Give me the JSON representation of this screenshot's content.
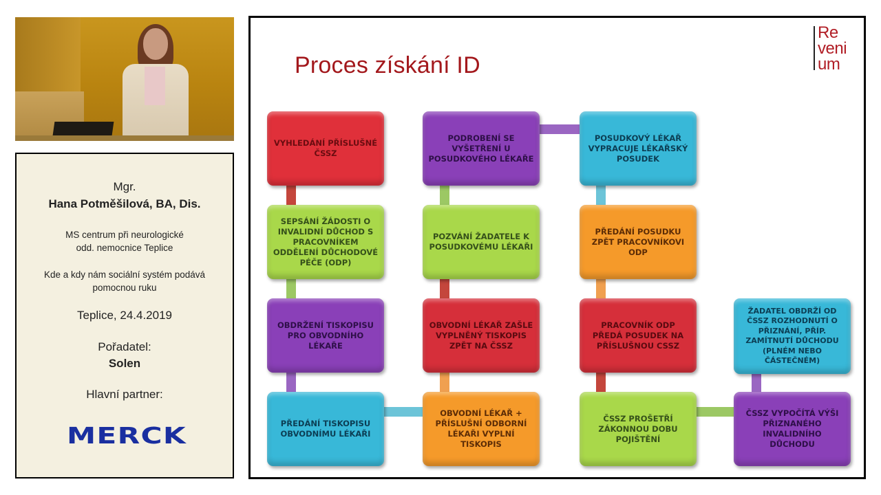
{
  "info": {
    "title_prefix": "Mgr.",
    "speaker_name": "Hana Potměšilová, BA, Dis.",
    "affiliation_line1": "MS centrum při neurologické",
    "affiliation_line2": "odd. nemocnice Teplice",
    "talk_title_line1": "Kde a kdy nám sociální systém podává",
    "talk_title_line2": "pomocnou ruku",
    "place_date": "Teplice, 24.4.2019",
    "organizer_label": "Pořadatel:",
    "organizer": "Solen",
    "partner_label": "Hlavní partner:",
    "partner_logo_text": "MERCK"
  },
  "slide": {
    "title": "Proces získání ID",
    "logo_lines": [
      "Re",
      "veni",
      "um"
    ],
    "steps": [
      {
        "text": "Vyhledání příslušné ČSSZ",
        "color": "#e0303a",
        "text_color": "#6a0c10"
      },
      {
        "text": "Sepsání žádosti o invalidní důchod s pracovníkem oddělení důchodové péče (ODP)",
        "color": "#a9d84a",
        "text_color": "#35501a"
      },
      {
        "text": "Obdržení tiskopisu pro obvodního lékaře",
        "color": "#8a40b8",
        "text_color": "#2e0f48"
      },
      {
        "text": "Předání tiskopisu obvodnímu lékaři",
        "color": "#38b8d8",
        "text_color": "#0c3e54"
      },
      {
        "text": "Obvodní lékař + příslušní odborní lékaři vyplní tiskopis",
        "color": "#f59a2a",
        "text_color": "#5c2c06"
      },
      {
        "text": "Obvodní lékař zašle vyplněný tiskopis zpět na ČSSZ",
        "color": "#d62f3a",
        "text_color": "#5a0a10"
      },
      {
        "text": "Pozvání žadatele k posudkovému lékaři",
        "color": "#a9d84a",
        "text_color": "#35501a"
      },
      {
        "text": "Podrobení se vyšetření u posudkového lékaře",
        "color": "#8a40b8",
        "text_color": "#2e0f48"
      },
      {
        "text": "Posudkový lékař vypracuje lékařský posudek",
        "color": "#38b8d8",
        "text_color": "#0c3e54"
      },
      {
        "text": "Předání posudku zpět pracovníkovi ODP",
        "color": "#f59a2a",
        "text_color": "#5c2c06"
      },
      {
        "text": "Pracovník ODP předá posudek na příslušnou CSSZ",
        "color": "#d62f3a",
        "text_color": "#5a0a10"
      },
      {
        "text": "ČSSZ prošetří zákonnou dobu pojištění",
        "color": "#a9d84a",
        "text_color": "#35501a"
      },
      {
        "text": "ČSSZ vypočítá výši přiznaného invalidního důchodu",
        "color": "#8a40b8",
        "text_color": "#2e0f48"
      },
      {
        "text": "Žadatel obdrží od ČSSZ rozhodnutí o přiznání, příp. zamítnutí důchodu (plném nebo částečném)",
        "color": "#38b8d8",
        "text_color": "#0c3e54"
      }
    ]
  }
}
